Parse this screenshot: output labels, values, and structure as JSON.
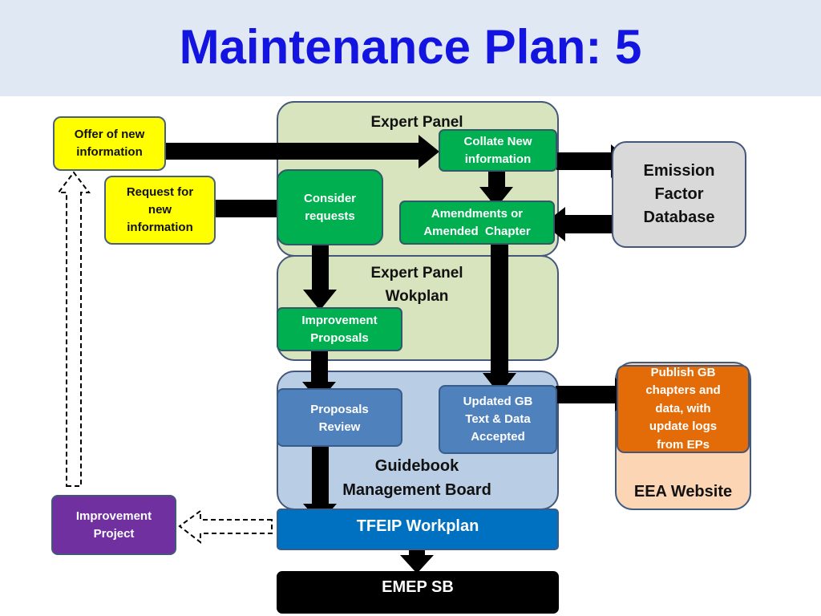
{
  "title": "Maintenance Plan: 5",
  "panels": {
    "expert_panel": "Expert Panel",
    "expert_panel_workplan_line1": "Expert Panel",
    "expert_panel_workplan_line2": "Wokplan",
    "guidebook_line1": "Guidebook",
    "guidebook_line2": "Management Board",
    "eea_website": "EEA Website"
  },
  "nodes": {
    "offer_line1": "Offer of new",
    "offer_line2": "information",
    "request_line1": "Request for",
    "request_line2": "new",
    "request_line3": "information",
    "collate_line1": "Collate New",
    "collate_line2": "information",
    "consider_line1": "Consider",
    "consider_line2": "requests",
    "amend_line1": "Amendments or",
    "amend_line2": "Amended  Chapter",
    "efdb_line1": "Emission",
    "efdb_line2": "Factor",
    "efdb_line3": "Database",
    "improve_prop_line1": "Improvement",
    "improve_prop_line2": "Proposals",
    "prop_review_line1": "Proposals",
    "prop_review_line2": "Review",
    "updated_line1": "Updated GB",
    "updated_line2": "Text & Data",
    "updated_line3": "Accepted",
    "publish_line1": "Publish GB",
    "publish_line2": "chapters and",
    "publish_line3": "data, with",
    "publish_line4": "update logs",
    "publish_line5": "from EPs",
    "improve_proj_line1": "Improvement",
    "improve_proj_line2": "Project",
    "tfeip": "TFEIP Workplan",
    "emep": "EMEP SB"
  },
  "colors": {
    "title": "#1414e0",
    "green_node": "#00b050",
    "yellow_node": "#ffff00",
    "blue_node": "#4f81bd",
    "orange_node": "#e36c09",
    "purple_node": "#7030a0",
    "tfeip_bar": "#0070c0"
  }
}
